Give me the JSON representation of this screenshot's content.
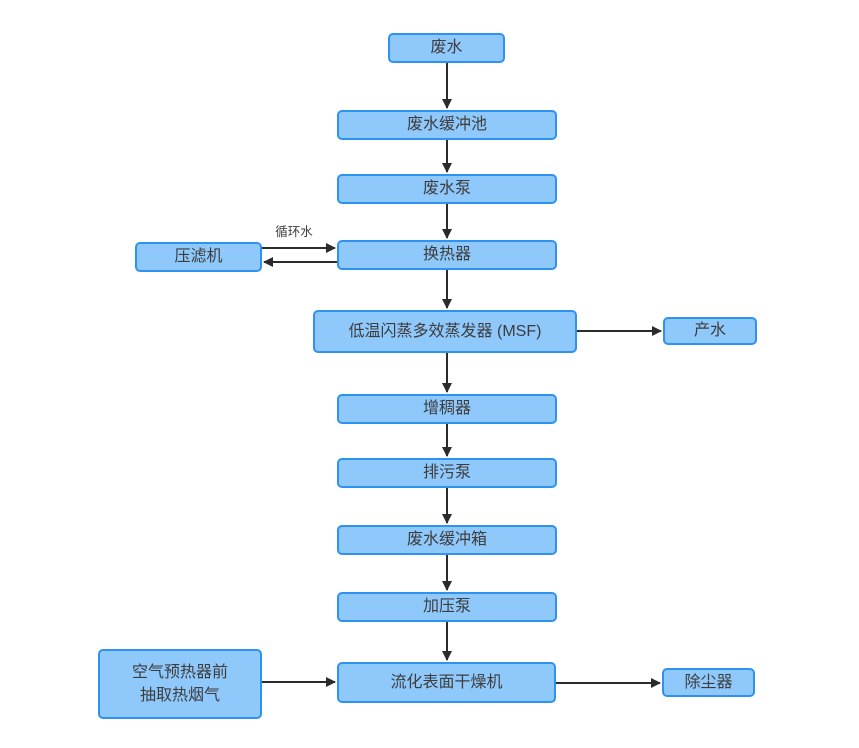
{
  "diagram": {
    "title": "",
    "nodes": {
      "wastewater": {
        "label": "废水"
      },
      "buffer_pool": {
        "label": "废水缓冲池"
      },
      "wastewater_pump": {
        "label": "废水泵"
      },
      "filter_press": {
        "label": "压滤机"
      },
      "heat_exchanger": {
        "label": "换热器"
      },
      "evaporator": {
        "label": "低温闪蒸多效蒸发器 (MSF)"
      },
      "product_water": {
        "label": "产水"
      },
      "thickener": {
        "label": "增稠器"
      },
      "drain_pump": {
        "label": "排污泵"
      },
      "buffer_tank": {
        "label": "废水缓冲箱"
      },
      "booster_pump": {
        "label": "加压泵"
      },
      "flue_gas": {
        "line1": "空气预热器前",
        "line2": "抽取热烟气"
      },
      "dryer": {
        "label": "流化表面干燥机"
      },
      "dust_collector": {
        "label": "除尘器"
      }
    },
    "edge_labels": {
      "circulating_water": "循环水"
    },
    "colors": {
      "node_fill": "#8FC8FA",
      "node_border": "#2E93F0",
      "arrow": "#2B2B2B",
      "text": "#3D3D3D",
      "background": "#FFFFFF"
    }
  }
}
